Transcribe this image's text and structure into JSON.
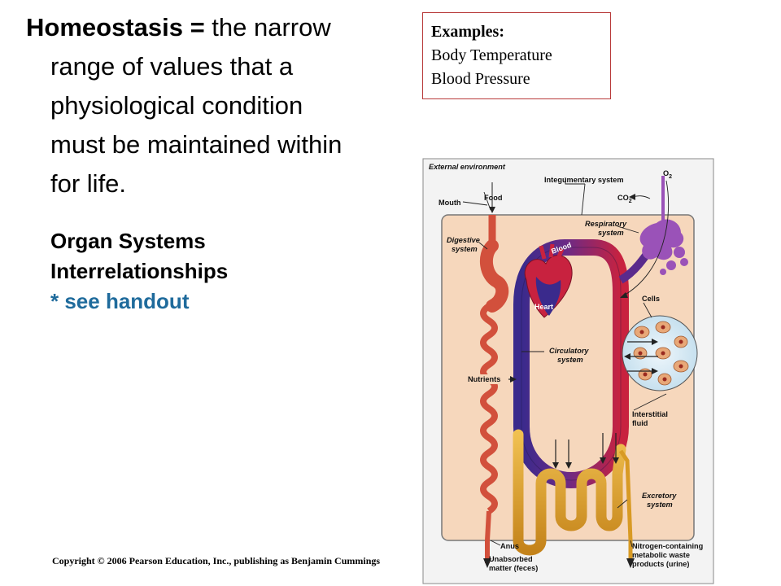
{
  "heading": {
    "term": "Homeostasis =",
    "line1_rest": " the narrow",
    "line2": "range of values that a",
    "line3": "physiological condition",
    "line4": "must be maintained within",
    "line5": "for life."
  },
  "organ_section": {
    "line1": "Organ Systems",
    "line2": "Interrelationships",
    "note": "* see handout"
  },
  "examples_box": {
    "title": "Examples:",
    "items": [
      "Body Temperature",
      "Blood Pressure"
    ]
  },
  "copyright": "Copyright © 2006 Pearson Education, Inc., publishing as Benjamin Cummings",
  "diagram": {
    "external_environment": "External environment",
    "integumentary_system": "Integumentary system",
    "o2": "O",
    "o2_sub": "2",
    "co2": "CO",
    "co2_sub": "2",
    "mouth": "Mouth",
    "food": "Food",
    "respiratory_1": "Respiratory",
    "respiratory_2": "system",
    "digestive_1": "Digestive",
    "digestive_2": "system",
    "blood": "Blood",
    "heart": "Heart",
    "cells": "Cells",
    "circulatory_1": "Circulatory",
    "circulatory_2": "system",
    "nutrients": "Nutrients",
    "interstitial_1": "Interstitial",
    "interstitial_2": "fluid",
    "excretory_1": "Excretory",
    "excretory_2": "system",
    "anus": "Anus",
    "unabsorbed_1": "Unabsorbed",
    "unabsorbed_2": "matter (feces)",
    "nitrogen_1": "Nitrogen-containing",
    "nitrogen_2": "metabolic waste",
    "nitrogen_3": "products (urine)"
  },
  "colors": {
    "note_blue": "#1f6b9c",
    "box_border": "#b83a3a",
    "body_fill": "#f6d7bc",
    "blood_red": "#c8223f",
    "blood_blue": "#3a2a8c",
    "lung_purple": "#9a52b8",
    "excretory_gold": "#d89a24",
    "digestive_red": "#d2503c"
  }
}
